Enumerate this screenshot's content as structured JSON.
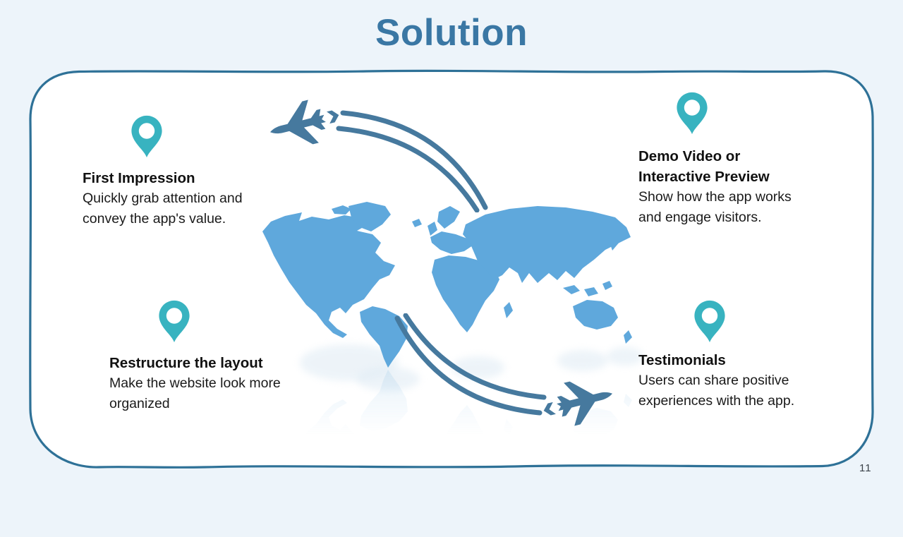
{
  "slide": {
    "title": "Solution",
    "page_number": "11"
  },
  "features": [
    {
      "id": "first-impression",
      "title": "First Impression",
      "description": "Quickly grab attention and convey the app's value."
    },
    {
      "id": "demo-video",
      "title": "Demo Video or Interactive Preview",
      "description": "Show how the app works and engage visitors."
    },
    {
      "id": "restructure-layout",
      "title": "Restructure the layout",
      "description": "Make the website look more organized"
    },
    {
      "id": "testimonials",
      "title": "Testimonials",
      "description": "Users can share positive experiences with the app."
    }
  ],
  "icons": {
    "pin": "map-pin-icon",
    "plane_top": "airplane-contrail-icon",
    "plane_bottom": "airplane-contrail-icon",
    "map": "world-map-illustration"
  },
  "colors": {
    "background": "#edf4fa",
    "frame_border": "#2e7197",
    "frame_fill": "#ffffff",
    "title": "#3a77a4",
    "pin": "#38b3c0",
    "map": "#5fa8dc",
    "plane": "#46799e",
    "text": "#141414"
  }
}
